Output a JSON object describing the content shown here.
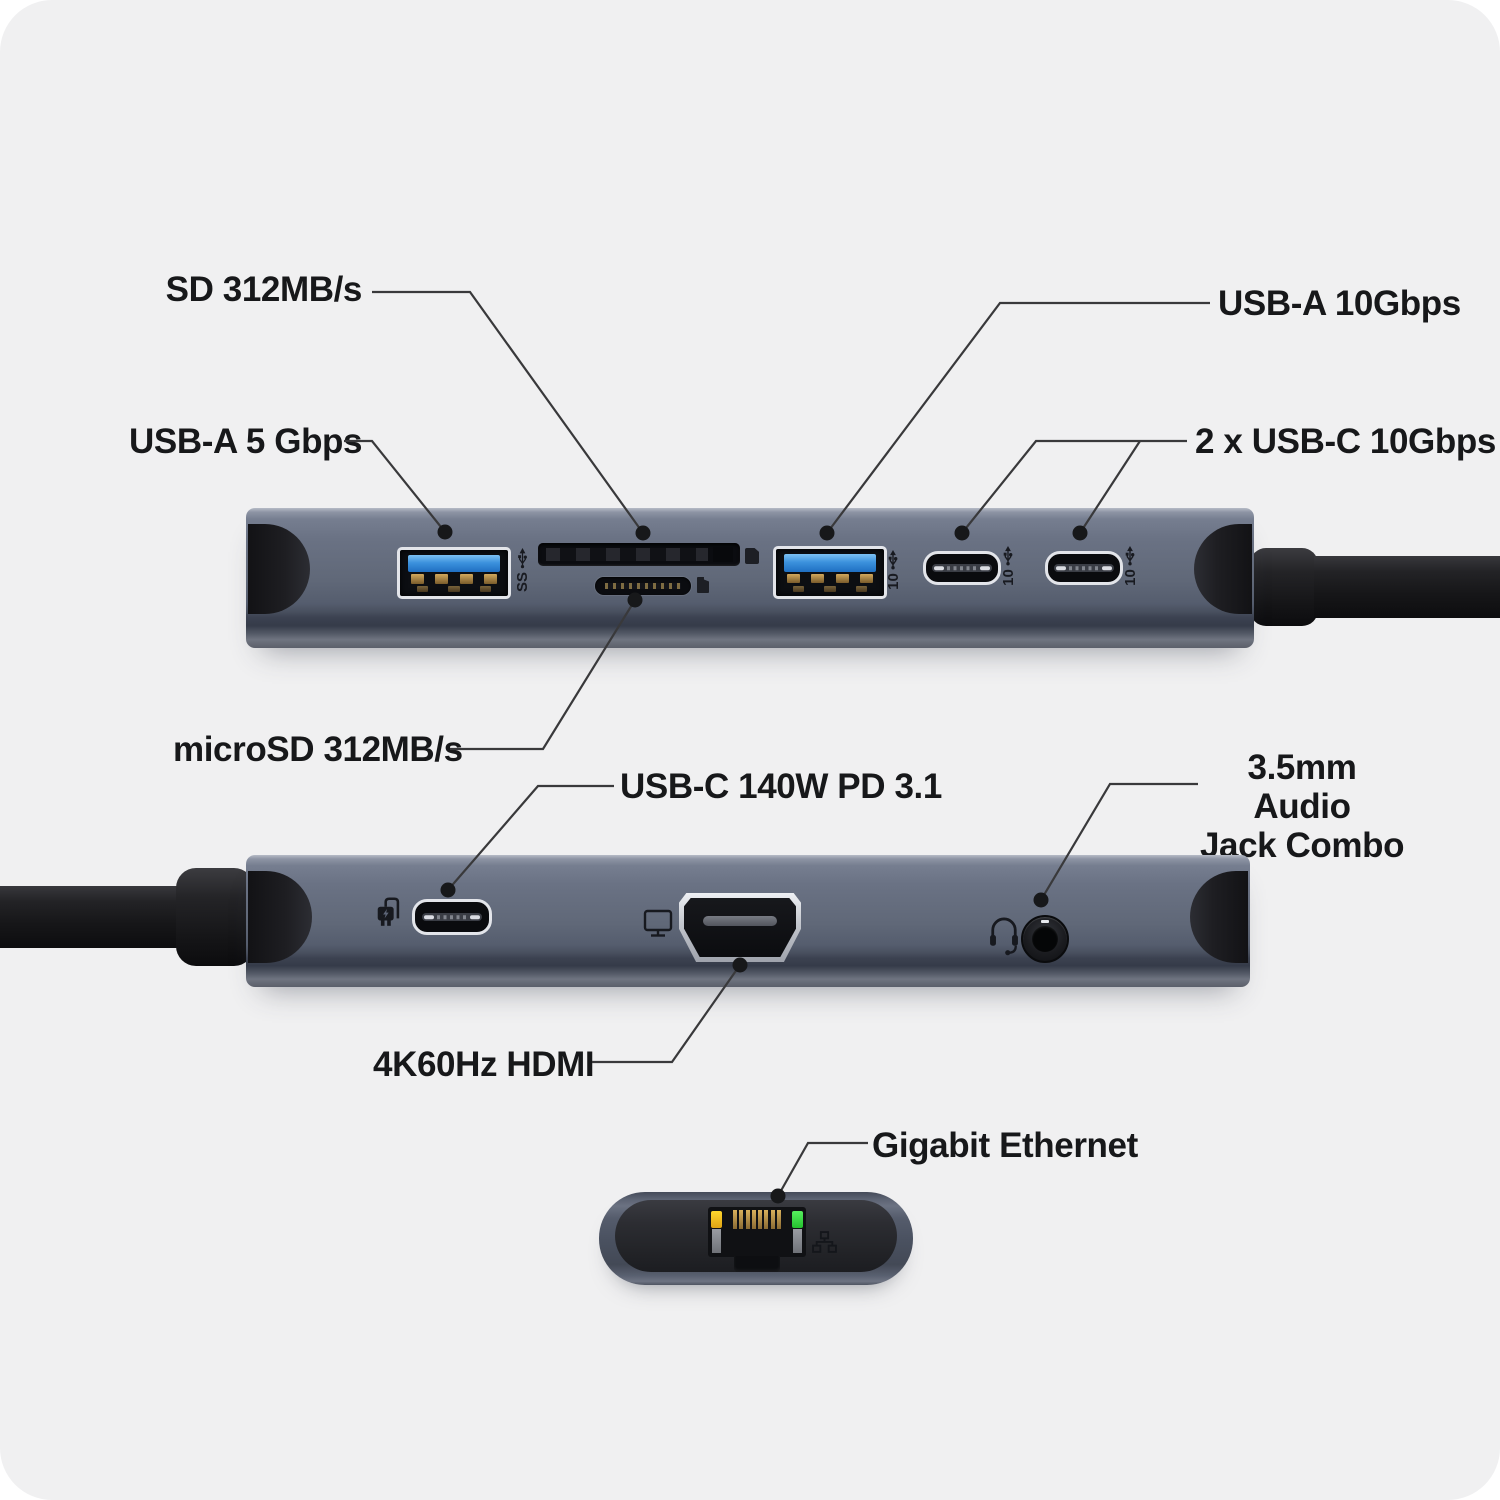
{
  "canvas": {
    "background": "#ffffff",
    "card_background": "#f0f0f1"
  },
  "callouts": {
    "sd": {
      "label": "SD 312MB/s"
    },
    "usb_a_5": {
      "label": "USB-A 5 Gbps"
    },
    "usb_a_10": {
      "label": "USB-A 10Gbps"
    },
    "usb_c_10": {
      "label": "2 x USB-C 10Gbps"
    },
    "microsd": {
      "label": "microSD 312MB/s"
    },
    "usb_c_pd": {
      "label": "USB-C 140W PD 3.1"
    },
    "audio": {
      "label_line1": "3.5mm Audio",
      "label_line2": "Jack Combo"
    },
    "hdmi": {
      "label": "4K60Hz HDMI"
    },
    "ethernet": {
      "label": "Gigabit Ethernet"
    }
  },
  "port_markings": {
    "superspeed_logo": "SS",
    "usb_a_10_speed": "10",
    "usb_c_1_speed": "10",
    "usb_c_2_speed": "10"
  },
  "colors": {
    "label_text": "#17181a",
    "leader_line": "#39393b",
    "hub_body": "#636b7d",
    "port_bezel_silver": "#e3e5ea",
    "usb_a_tongue_blue": "#3c92dd",
    "contact_gold": "#c49a52",
    "cable_black": "#161618",
    "led_yellow": "#f6c21b",
    "led_green": "#3bdc46"
  }
}
